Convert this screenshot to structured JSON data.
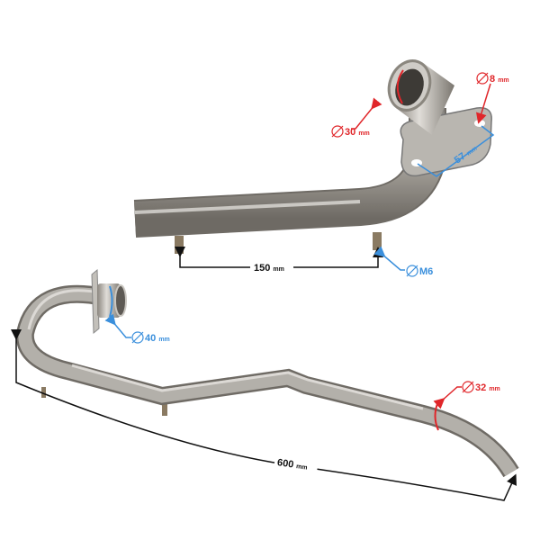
{
  "colors": {
    "red": "#e0262a",
    "blue": "#3a8fdc",
    "black": "#111111",
    "steel": "#a9a6a0"
  },
  "top_view": {
    "pipe_diameter": {
      "value": "30",
      "unit": "mm"
    },
    "bolt_hole": {
      "value": "8",
      "unit": "mm"
    },
    "flange_spacing": {
      "value": "57",
      "unit": "mm"
    },
    "stud_spacing": {
      "value": "150",
      "unit": "mm"
    },
    "stud_thread": {
      "value": "M6"
    }
  },
  "bottom_view": {
    "inlet_diameter": {
      "value": "40",
      "unit": "mm"
    },
    "outlet_diameter": {
      "value": "32",
      "unit": "mm"
    },
    "length": {
      "value": "600",
      "unit": "mm"
    }
  },
  "icons": [
    "diameter-symbol-icon"
  ]
}
